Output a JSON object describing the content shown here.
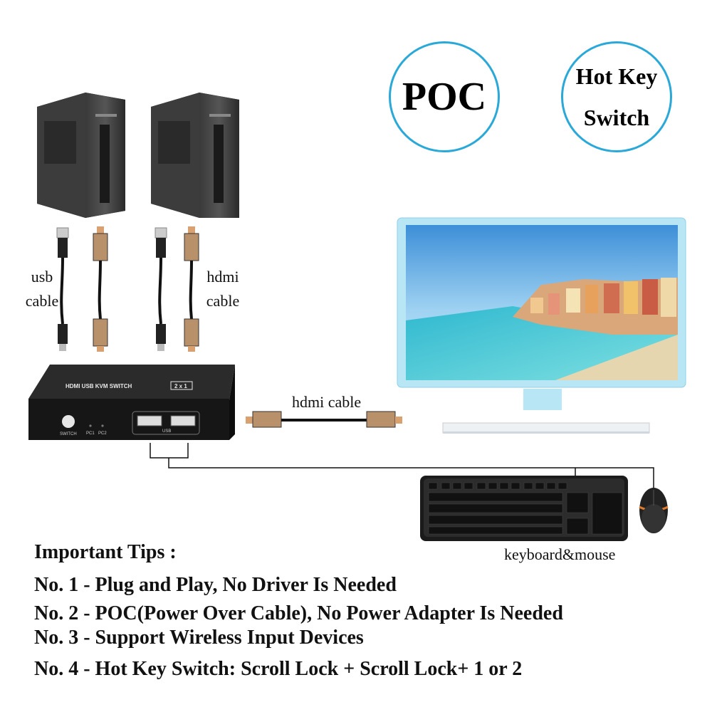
{
  "badges": {
    "poc": "POC",
    "hotkey_line1": "Hot Key",
    "hotkey_line2": "Switch"
  },
  "labels": {
    "usb_cable_1": "usb",
    "usb_cable_2": "cable",
    "hdmi_cable_1": "hdmi",
    "hdmi_cable_2": "cable",
    "hdmi_cable_middle": "hdmi cable",
    "keyboard_mouse": "keyboard&mouse"
  },
  "kvm": {
    "top_label": "HDMI USB KVM SWITCH",
    "model": "2 x 1",
    "switch_label": "SWITCH",
    "pc1": "PC1",
    "pc2": "PC2",
    "usb_label": "USB"
  },
  "tips": {
    "heading": "Important Tips :",
    "items": [
      "No. 1 - Plug and Play, No Driver Is Needed",
      "No. 2 - POC(Power Over Cable), No Power Adapter Is Needed",
      "No. 3 - Support Wireless Input Devices",
      "No. 4 - Hot Key Switch: Scroll Lock + Scroll Lock+ 1 or 2"
    ]
  },
  "colors": {
    "badge_border": "#2aa8d8",
    "monitor_frame": "#b9e6f5",
    "hdmi_gold": "#b8916a"
  }
}
